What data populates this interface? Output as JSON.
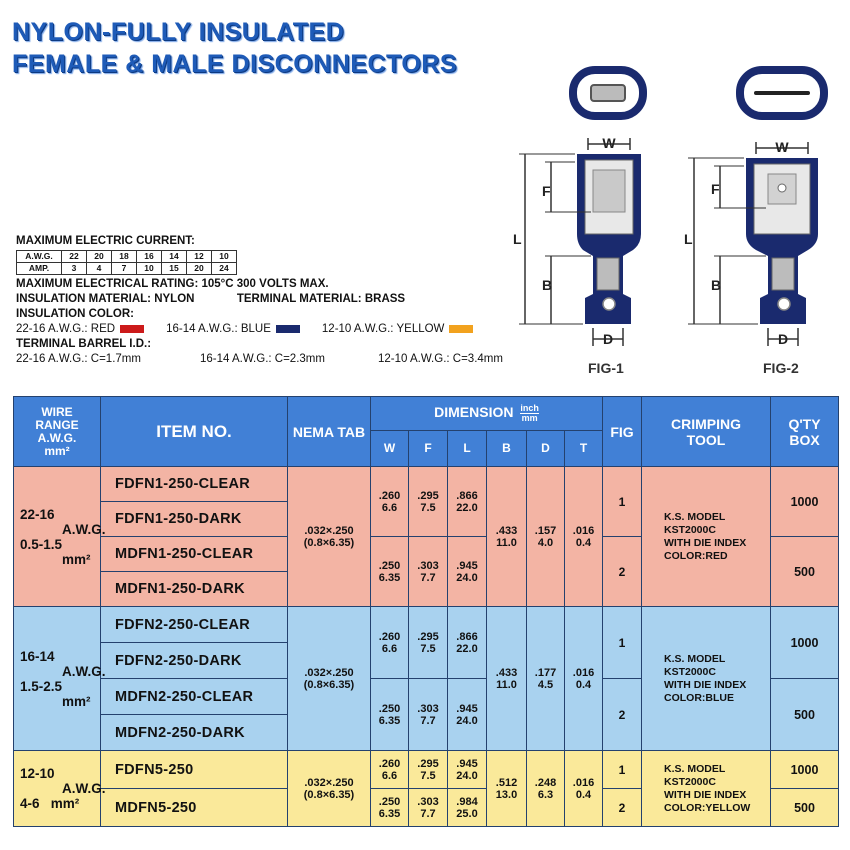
{
  "title": {
    "line1": "NYLON-FULLY INSULATED",
    "line2": "FEMALE & MALE DISCONNECTORS"
  },
  "specs": {
    "current_label": "MAXIMUM ELECTRIC CURRENT:",
    "awg_header": "A.W.G.",
    "amp_header": "AMP.",
    "awg_values": [
      "22",
      "20",
      "18",
      "16",
      "14",
      "12",
      "10"
    ],
    "amp_values": [
      "3",
      "4",
      "7",
      "10",
      "15",
      "20",
      "24"
    ],
    "rating": "MAXIMUM ELECTRICAL RATING: 105°C 300 VOLTS MAX.",
    "insulation_material": "INSULATION MATERIAL: NYLON",
    "terminal_material": "TERMINAL MATERIAL: BRASS",
    "insulation_color_label": "INSULATION COLOR:",
    "colors": [
      {
        "label": "22-16 A.W.G.: RED",
        "hex": "#cc1a1a"
      },
      {
        "label": "16-14 A.W.G.: BLUE",
        "hex": "#1a2a6e"
      },
      {
        "label": "12-10 A.W.G.: YELLOW",
        "hex": "#f2a21e"
      }
    ],
    "barrel_label": "TERMINAL BARREL I.D.:",
    "barrel": [
      "22-16 A.W.G.: C=1.7mm",
      "16-14 A.W.G.: C=2.3mm",
      "12-10 A.W.G.: C=3.4mm"
    ]
  },
  "figures": {
    "fig1": "FIG-1",
    "fig2": "FIG-2",
    "w": "W",
    "f": "F",
    "l": "L",
    "b": "B",
    "d": "D"
  },
  "table": {
    "headers": {
      "wire_range": [
        "WIRE",
        "RANGE",
        "A.W.G.",
        "mm²"
      ],
      "item": "ITEM NO.",
      "nema": "NEMA TAB",
      "dimension": "DIMENSION",
      "unit_top": "inch",
      "unit_bottom": "mm",
      "dims": [
        "W",
        "F",
        "L",
        "B",
        "D",
        "T"
      ],
      "fig": "FIG",
      "tool": [
        "CRIMPING",
        "TOOL"
      ],
      "qty": [
        "Q'TY",
        "BOX"
      ]
    },
    "groups": [
      {
        "range": [
          "22-16",
          "A.W.G.",
          "0.5-1.5",
          "mm²"
        ],
        "items": [
          "FDFN1-250-CLEAR",
          "FDFN1-250-DARK",
          "MDFN1-250-CLEAR",
          "MDFN1-250-DARK"
        ],
        "nema": [
          ".032×.250",
          "(0.8×6.35)"
        ],
        "female": {
          "w": [
            ".260",
            "6.6"
          ],
          "f": [
            ".295",
            "7.5"
          ],
          "l": [
            ".866",
            "22.0"
          ],
          "fig": "1",
          "qty": "1000"
        },
        "male": {
          "w": [
            ".250",
            "6.35"
          ],
          "f": [
            ".303",
            "7.7"
          ],
          "l": [
            ".945",
            "24.0"
          ],
          "fig": "2",
          "qty": "500"
        },
        "b": [
          ".433",
          "11.0"
        ],
        "d": [
          ".157",
          "4.0"
        ],
        "t": [
          ".016",
          "0.4"
        ],
        "tool": [
          "K.S. MODEL",
          "KST2000C",
          "WITH DIE INDEX",
          "COLOR:RED"
        ]
      },
      {
        "range": [
          "16-14",
          "A.W.G.",
          "1.5-2.5",
          "mm²"
        ],
        "items": [
          "FDFN2-250-CLEAR",
          "FDFN2-250-DARK",
          "MDFN2-250-CLEAR",
          "MDFN2-250-DARK"
        ],
        "nema": [
          ".032×.250",
          "(0.8×6.35)"
        ],
        "female": {
          "w": [
            ".260",
            "6.6"
          ],
          "f": [
            ".295",
            "7.5"
          ],
          "l": [
            ".866",
            "22.0"
          ],
          "fig": "1",
          "qty": "1000"
        },
        "male": {
          "w": [
            ".250",
            "6.35"
          ],
          "f": [
            ".303",
            "7.7"
          ],
          "l": [
            ".945",
            "24.0"
          ],
          "fig": "2",
          "qty": "500"
        },
        "b": [
          ".433",
          "11.0"
        ],
        "d": [
          ".177",
          "4.5"
        ],
        "t": [
          ".016",
          "0.4"
        ],
        "tool": [
          "K.S. MODEL",
          "KST2000C",
          "WITH DIE INDEX",
          "COLOR:BLUE"
        ]
      },
      {
        "range": [
          "12-10",
          "A.W.G.",
          "4-6",
          "mm²"
        ],
        "items": [
          "FDFN5-250",
          "MDFN5-250"
        ],
        "nema": [
          ".032×.250",
          "(0.8×6.35)"
        ],
        "female": {
          "w": [
            ".260",
            "6.6"
          ],
          "f": [
            ".295",
            "7.5"
          ],
          "l": [
            ".945",
            "24.0"
          ],
          "fig": "1",
          "qty": "1000"
        },
        "male": {
          "w": [
            ".250",
            "6.35"
          ],
          "f": [
            ".303",
            "7.7"
          ],
          "l": [
            ".984",
            "25.0"
          ],
          "fig": "2",
          "qty": "500"
        },
        "b": [
          ".512",
          "13.0"
        ],
        "d": [
          ".248",
          "6.3"
        ],
        "t": [
          ".016",
          "0.4"
        ],
        "tool": [
          "K.S. MODEL",
          "KST2000C",
          "WITH DIE INDEX",
          "COLOR:YELLOW"
        ]
      }
    ]
  }
}
